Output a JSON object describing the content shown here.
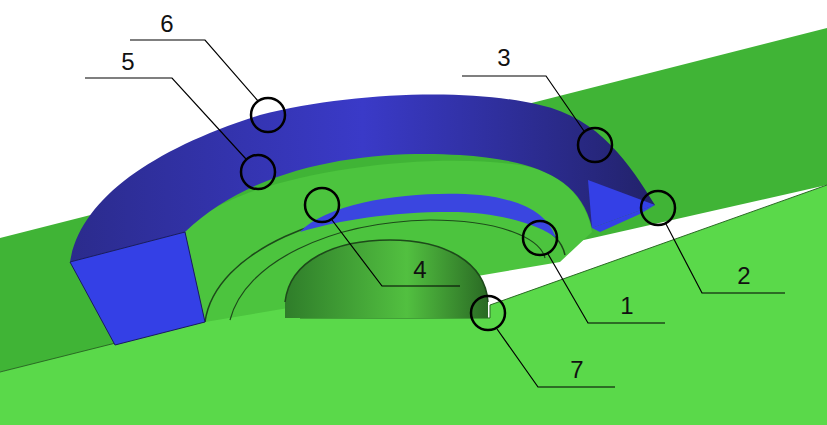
{
  "diagram": {
    "labels": [
      "6",
      "5",
      "3",
      "4",
      "1",
      "2",
      "7"
    ]
  }
}
